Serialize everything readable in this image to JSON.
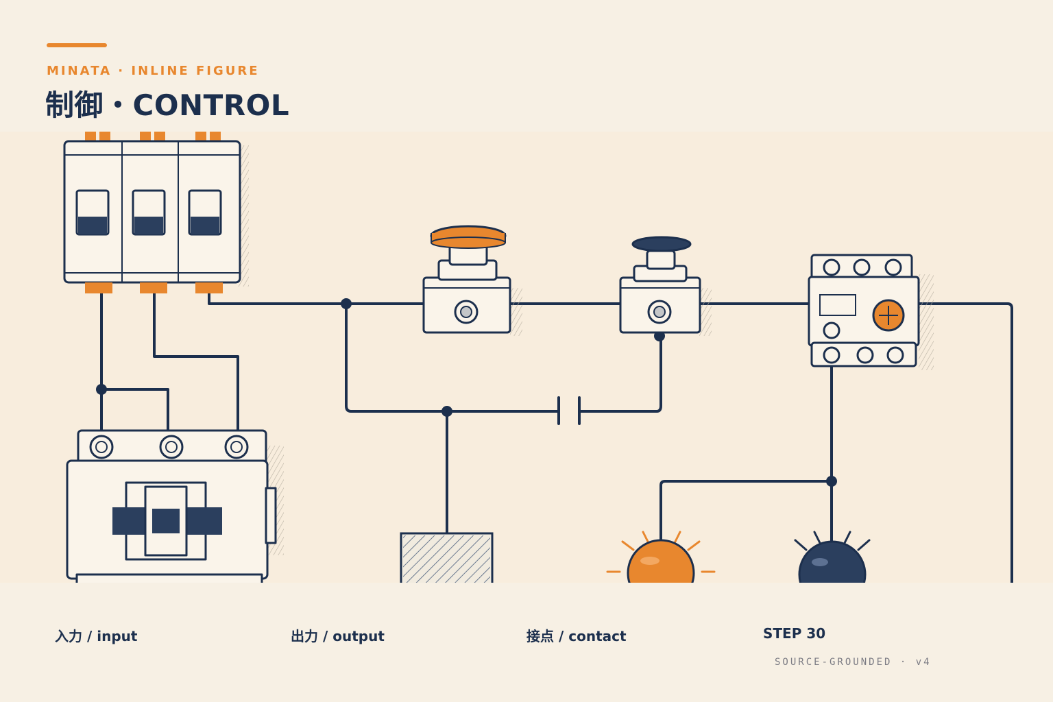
{
  "header": {
    "eyebrow": "MINATA · INLINE FIGURE",
    "title": "制御・CONTROL"
  },
  "footer": {
    "labels": [
      "入力 / input",
      "出力 / output",
      "接点 / contact",
      "STEP 30"
    ],
    "meta": "SOURCE-GROUNDED · v4"
  },
  "colors": {
    "background": "#f7f0e4",
    "accent_orange": "#e8872e",
    "navy": "#1c2f4d",
    "muted_gray": "#7c7c84"
  },
  "diagram": {
    "components": [
      "three-pole-circuit-breaker",
      "contactor",
      "orange-push-button",
      "navy-push-button",
      "relay-module",
      "capacitor-contact-symbol",
      "hatched-output-block",
      "orange-indicator-lamp",
      "navy-indicator-lamp"
    ]
  }
}
